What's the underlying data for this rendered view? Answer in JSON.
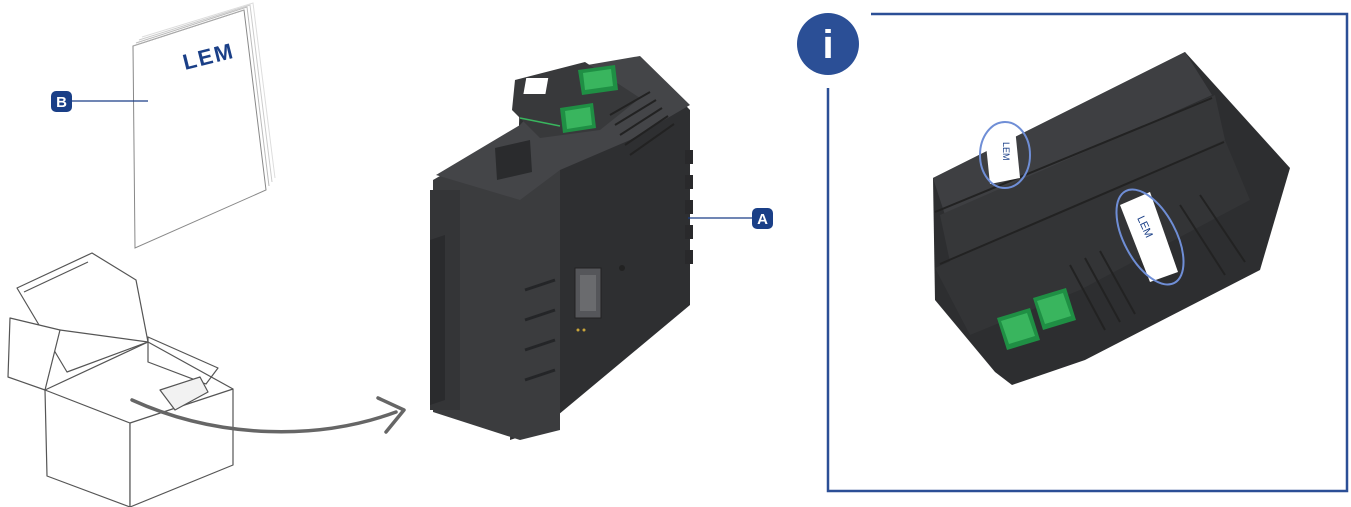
{
  "callouts": {
    "a": {
      "letter": "A"
    },
    "b": {
      "letter": "B"
    }
  },
  "info": {
    "symbol": "i"
  },
  "brand": {
    "logo_text": "LEM"
  },
  "colors": {
    "callout_blue": "#1a3f87",
    "frame_blue": "#2b4f96",
    "device_body": "#3a3b3d",
    "device_dark": "#2a2b2d",
    "connector_green": "#2fa84f",
    "arrow_gray": "#666666",
    "outline_gray": "#555555"
  }
}
